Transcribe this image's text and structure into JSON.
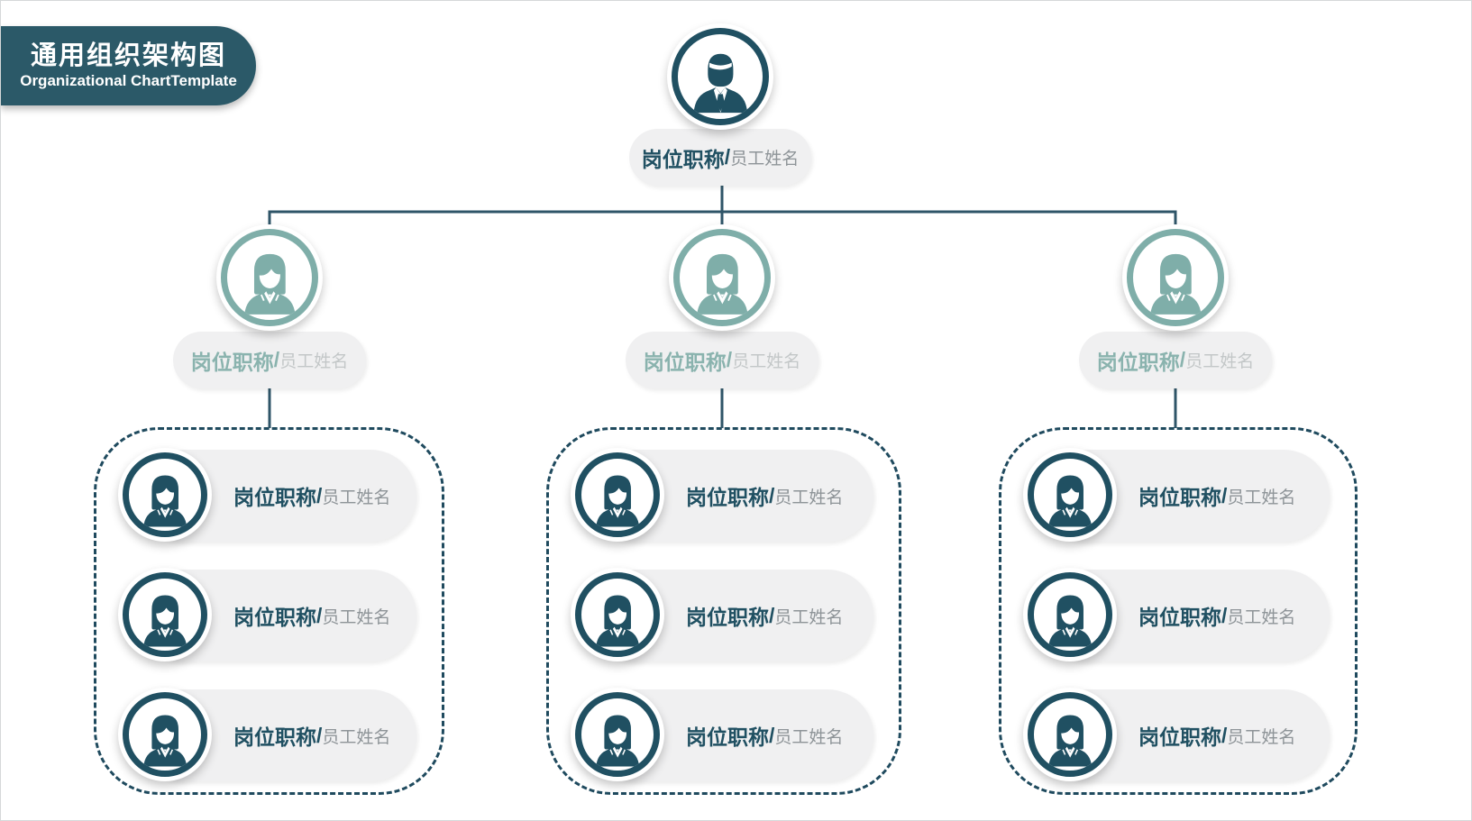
{
  "header_badge": {
    "title_zh": "通用组织架构图",
    "title_en": "Organizational ChartTemplate"
  },
  "org_chart": {
    "root": {
      "avatar": "male-avatar",
      "position": "岗位职称",
      "separator": "/",
      "name": "员工姓名"
    },
    "branches": [
      {
        "manager": {
          "avatar": "female-avatar",
          "position": "岗位职称",
          "separator": "/",
          "name": "员工姓名"
        },
        "members": [
          {
            "avatar": "female-avatar",
            "position": "岗位职称",
            "separator": "/",
            "name": "员工姓名"
          },
          {
            "avatar": "female-avatar",
            "position": "岗位职称",
            "separator": "/",
            "name": "员工姓名"
          },
          {
            "avatar": "female-avatar",
            "position": "岗位职称",
            "separator": "/",
            "name": "员工姓名"
          }
        ]
      },
      {
        "manager": {
          "avatar": "female-avatar",
          "position": "岗位职称",
          "separator": "/",
          "name": "员工姓名"
        },
        "members": [
          {
            "avatar": "female-avatar",
            "position": "岗位职称",
            "separator": "/",
            "name": "员工姓名"
          },
          {
            "avatar": "female-avatar",
            "position": "岗位职称",
            "separator": "/",
            "name": "员工姓名"
          },
          {
            "avatar": "female-avatar",
            "position": "岗位职称",
            "separator": "/",
            "name": "员工姓名"
          }
        ]
      },
      {
        "manager": {
          "avatar": "female-avatar",
          "position": "岗位职称",
          "separator": "/",
          "name": "员工姓名"
        },
        "members": [
          {
            "avatar": "female-avatar",
            "position": "岗位职称",
            "separator": "/",
            "name": "员工姓名"
          },
          {
            "avatar": "female-avatar",
            "position": "岗位职称",
            "separator": "/",
            "name": "员工姓名"
          },
          {
            "avatar": "female-avatar",
            "position": "岗位职称",
            "separator": "/",
            "name": "员工姓名"
          }
        ]
      }
    ]
  },
  "colors": {
    "dark-teal": "#205062",
    "muted-teal": "#7FAEA9",
    "badge-bg": "#2B5968",
    "pill-bg": "#F0F0F1",
    "name-gray": "#8E9498",
    "name-gray-light": "#C3C7C8",
    "line": "#2F5568",
    "dash": "#1F4A5E"
  }
}
